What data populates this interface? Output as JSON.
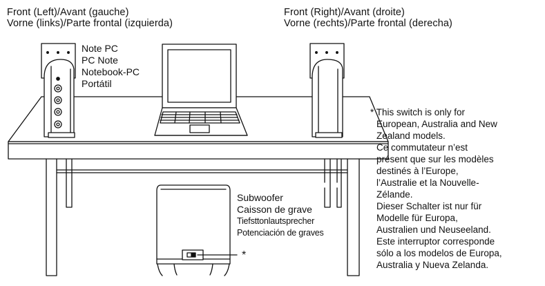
{
  "labels": {
    "front_left": [
      "Front (Left)/Avant (gauche)",
      "Vorne (links)/Parte frontal (izquierda)"
    ],
    "front_right": [
      "Front (Right)/Avant (droite)",
      "Vorne (rechts)/Parte frontal (derecha)"
    ],
    "note_pc": [
      "Note PC",
      "PC Note",
      "Notebook-PC",
      "Portátil"
    ],
    "subwoofer": [
      "Subwoofer",
      "Caisson de grave",
      "Tiefsttonlautsprecher",
      "Potenciación de graves"
    ],
    "switch_marker": "*"
  },
  "footnote": [
    "* This switch is only for",
    "European, Australia and New",
    "Zealand models.",
    "Ce commutateur n’est",
    "présent que sur les modèles",
    "destinés à l’Europe,",
    "l’Australie et la Nouvelle-",
    "Zélande.",
    "Dieser Schalter ist nur für",
    "Modelle für Europa,",
    "Australien und Neuseeland.",
    "Este interruptor corresponde",
    "sólo a los modelos de Europa,",
    "Australia y Nueva Zelanda."
  ]
}
